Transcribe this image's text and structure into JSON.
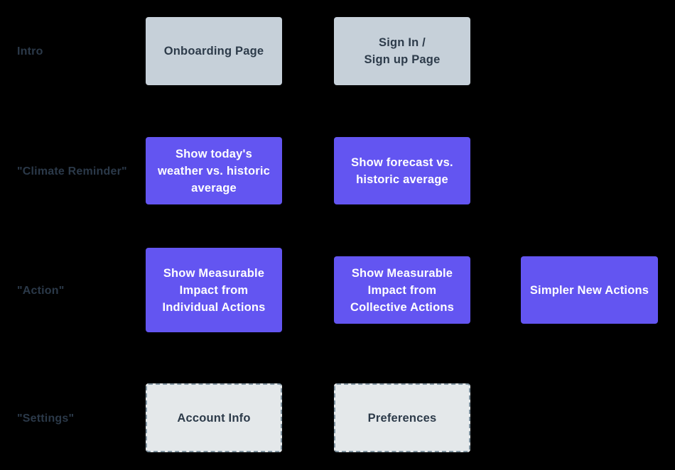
{
  "diagram": {
    "rows": [
      {
        "label": "Intro",
        "boxes": [
          {
            "text": "Onboarding Page"
          },
          {
            "text": "Sign In /\nSign up Page"
          }
        ]
      },
      {
        "label": "\"Climate Reminder\"",
        "boxes": [
          {
            "text": "Show today's\nweather vs. historic\naverage"
          },
          {
            "text": "Show forecast vs.\nhistoric average"
          }
        ]
      },
      {
        "label": "\"Action\"",
        "boxes": [
          {
            "text": "Show Measurable\nImpact from\nIndividual Actions"
          },
          {
            "text": "Show Measurable\nImpact from\nCollective Actions"
          },
          {
            "text": "Simpler New Actions"
          }
        ]
      },
      {
        "label": "\"Settings\"",
        "boxes": [
          {
            "text": "Account Info"
          },
          {
            "text": "Preferences"
          }
        ]
      }
    ],
    "colors": {
      "background": "#000000",
      "intro_box_fill": "#C6D0D9",
      "feature_box_fill": "#6355F1",
      "settings_box_fill": "#E4E8EA",
      "settings_box_border": "#8093A0",
      "dark_text": "#2D3B4A",
      "label_text": "#2B3949",
      "light_text": "#FFFFFF"
    }
  }
}
